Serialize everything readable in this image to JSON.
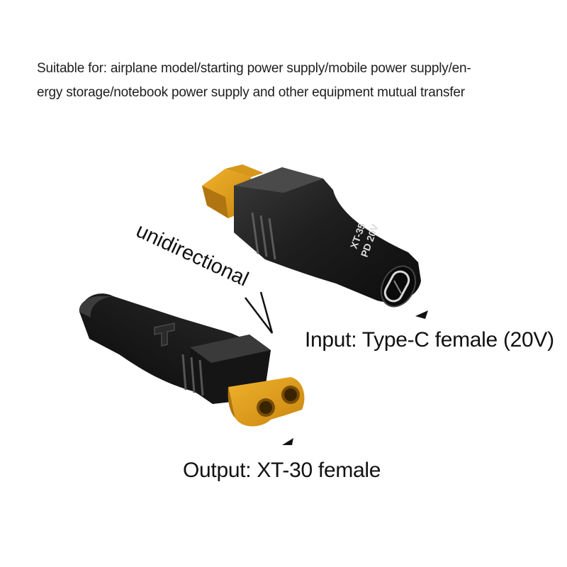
{
  "caption": {
    "line1": "Suitable for: airplane model/starting power supply/mobile power supply/en-",
    "line2": "ergy storage/notebook power supply and other equipment mutual transfer"
  },
  "direction_label": "unidirectional",
  "engraving": {
    "line1": "XT-35",
    "line2": "PD 20V"
  },
  "input_label": "Input: Type-C female  (20V)",
  "output_label": "Output: XT-30 female",
  "colors": {
    "body": "#1c1c1c",
    "connector": "#e2a11c",
    "connector_shade": "#b87c0c",
    "background": "#ffffff"
  }
}
